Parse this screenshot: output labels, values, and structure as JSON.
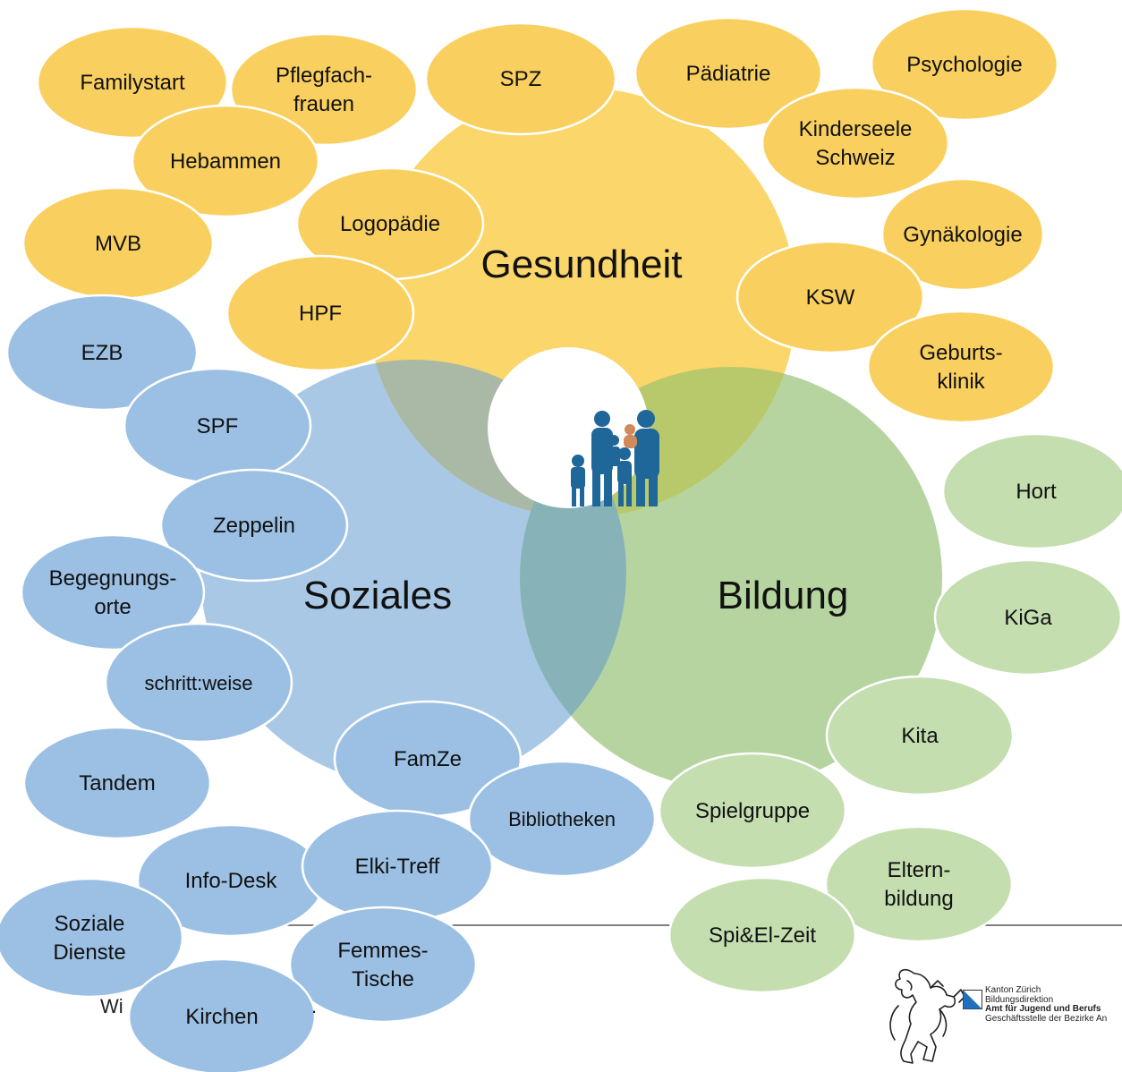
{
  "colors": {
    "gesundheit": "#fbd66a",
    "gesundheit_bubble": "#f9d05f",
    "soziales": "#a9c8e6",
    "soziales_bubble": "#9bc0e4",
    "bildung": "#b5d4a0",
    "bildung_bubble": "#c4deb0",
    "overlap_gs": "#a9b9a6",
    "overlap_gb": "#b8c96b",
    "overlap_sb": "#87b3b8",
    "family_icon": "#1f6699",
    "child_icon": "#d28a5a"
  },
  "center": {
    "icon": "family-icon"
  },
  "main_circles": [
    {
      "id": "gesundheit",
      "label": "Gesundheit"
    },
    {
      "id": "soziales",
      "label": "Soziales"
    },
    {
      "id": "bildung",
      "label": "Bildung"
    }
  ],
  "bubbles": {
    "gesundheit": [
      {
        "name": "familystart",
        "lines": [
          "Familystart"
        ]
      },
      {
        "name": "pflegfachfrauen",
        "lines": [
          "Pflegfach-",
          "frauen"
        ]
      },
      {
        "name": "spz",
        "lines": [
          "SPZ"
        ]
      },
      {
        "name": "paediatrie",
        "lines": [
          "Pädiatrie"
        ]
      },
      {
        "name": "psychologie",
        "lines": [
          "Psychologie"
        ]
      },
      {
        "name": "hebammen",
        "lines": [
          "Hebammen"
        ]
      },
      {
        "name": "kinderseele",
        "lines": [
          "Kinderseele",
          "Schweiz"
        ]
      },
      {
        "name": "mvb",
        "lines": [
          "MVB"
        ]
      },
      {
        "name": "logopaedie",
        "lines": [
          "Logopädie"
        ]
      },
      {
        "name": "gynaekologie",
        "lines": [
          "Gynäkologie"
        ]
      },
      {
        "name": "hpf",
        "lines": [
          "HPF"
        ]
      },
      {
        "name": "ksw",
        "lines": [
          "KSW"
        ]
      },
      {
        "name": "geburtsklinik",
        "lines": [
          "Geburts-",
          "klinik"
        ]
      }
    ],
    "soziales": [
      {
        "name": "ezb",
        "lines": [
          "EZB"
        ]
      },
      {
        "name": "spf",
        "lines": [
          "SPF"
        ]
      },
      {
        "name": "zeppelin",
        "lines": [
          "Zeppelin"
        ]
      },
      {
        "name": "begegnungsorte",
        "lines": [
          "Begegnungs-",
          "orte"
        ]
      },
      {
        "name": "schrittweise",
        "lines": [
          "schritt:weise"
        ]
      },
      {
        "name": "tandem",
        "lines": [
          "Tandem"
        ]
      },
      {
        "name": "famze",
        "lines": [
          "FamZe"
        ]
      },
      {
        "name": "bibliotheken",
        "lines": [
          "Bibliotheken"
        ]
      },
      {
        "name": "info-desk",
        "lines": [
          "Info-Desk"
        ]
      },
      {
        "name": "elki-treff",
        "lines": [
          "Elki-Treff"
        ]
      },
      {
        "name": "soziale-dienste",
        "lines": [
          "Soziale",
          "Dienste"
        ]
      },
      {
        "name": "femmes-tische",
        "lines": [
          "Femmes-",
          "Tische"
        ]
      },
      {
        "name": "kirchen",
        "lines": [
          "Kirchen"
        ]
      }
    ],
    "bildung": [
      {
        "name": "hort",
        "lines": [
          "Hort"
        ]
      },
      {
        "name": "kiga",
        "lines": [
          "KiGa"
        ]
      },
      {
        "name": "kita",
        "lines": [
          "Kita"
        ]
      },
      {
        "name": "spielgruppe",
        "lines": [
          "Spielgruppe"
        ]
      },
      {
        "name": "elternbildung",
        "lines": [
          "Eltern-",
          "bildung"
        ]
      },
      {
        "name": "spi-el-zeit",
        "lines": [
          "Spi&El-Zeit"
        ]
      }
    ]
  },
  "footer": {
    "left_text": "Wi",
    "dot_text": "."
  },
  "logo": {
    "icon": "zurich-lion-crest-icon",
    "lines": [
      "Kanton Zürich",
      "Bildungsdirektion",
      "Amt für Jugend und Berufs",
      "Geschäftsstelle der Bezirke An"
    ]
  }
}
